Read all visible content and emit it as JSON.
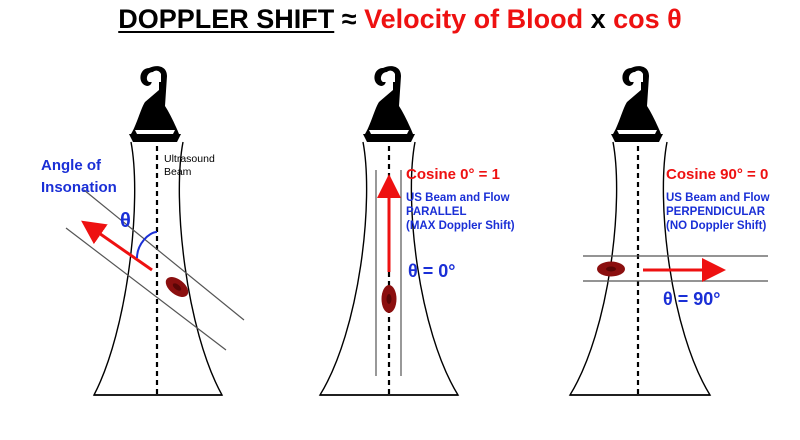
{
  "title": {
    "part1": "DOPPLER SHIFT",
    "part2": " ≈ ",
    "part3": "Velocity of Blood",
    "part4": " x ",
    "part5": "cos θ"
  },
  "panel1": {
    "angle_label_line1": "Angle of",
    "angle_label_line2": "Insonation",
    "theta": "θ",
    "beam_label_line1": "Ultrasound",
    "beam_label_line2": "Beam"
  },
  "panel2": {
    "cosine": "Cosine 0° = 1",
    "line1": "US Beam and Flow",
    "line2": "PARALLEL",
    "line3": "(MAX Doppler Shift)",
    "theta": "θ = 0°"
  },
  "panel3": {
    "cosine": "Cosine 90° = 0",
    "line1": "US Beam and Flow",
    "line2": "PERPENDICULAR",
    "line3": "(NO Doppler Shift)",
    "theta": "θ = 90°"
  },
  "colors": {
    "red": "#ee1111",
    "blue": "#1a2fd6",
    "cell": "#8b0f0f"
  }
}
